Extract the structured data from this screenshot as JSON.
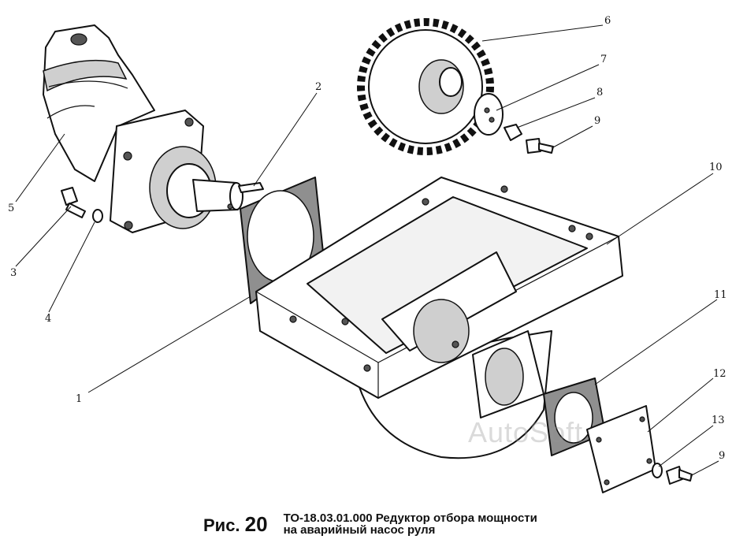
{
  "figure": {
    "label_prefix": "Рис.",
    "label_number": "20",
    "caption_line1": "ТО-18.03.01.000 Редуктор отбора мощности",
    "caption_line2": "на аварийный насос руля"
  },
  "watermark": "AutoSoft",
  "callouts": {
    "c1": "1",
    "c2": "2",
    "c3": "3",
    "c4": "4",
    "c5": "5",
    "c6": "6",
    "c7": "7",
    "c8": "8",
    "c9a": "9",
    "c9b": "9",
    "c10": "10",
    "c11": "11",
    "c12": "12",
    "c13": "13"
  }
}
